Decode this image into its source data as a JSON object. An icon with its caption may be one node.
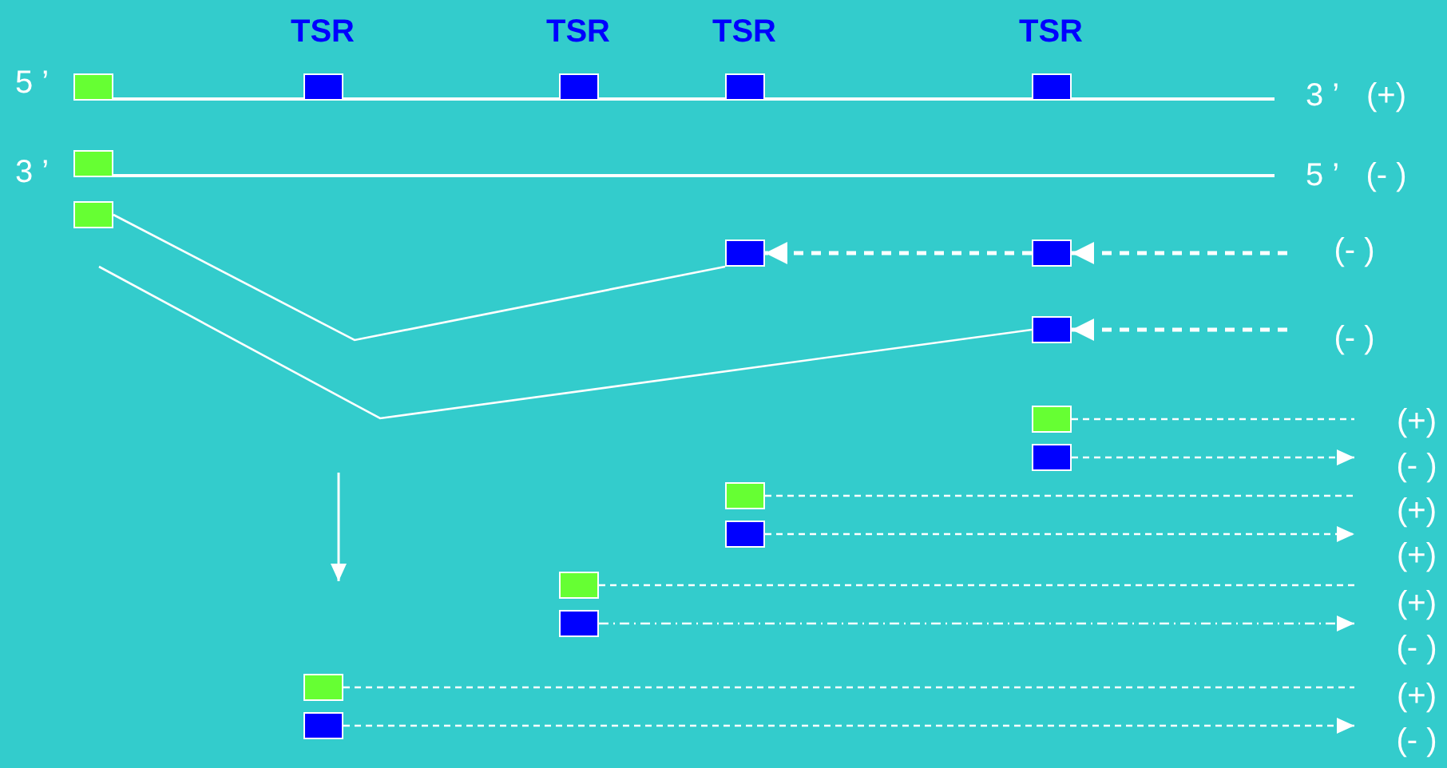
{
  "diagram": {
    "nodes": [
      {
        "text": [],
        "shape": "box"
      },
      {
        "text": [],
        "shape": "box"
      },
      {
        "text": [],
        "shape": "box"
      },
      {
        "text": [],
        "shape": "box"
      },
      {
        "text": [],
        "shape": "box"
      },
      {
        "text": [],
        "shape": "box"
      },
      {
        "text": [],
        "shape": "box"
      },
      {
        "text": [],
        "shape": "box"
      },
      {
        "text": [],
        "shape": "box"
      },
      {
        "text": [],
        "shape": "box"
      },
      {
        "text": [],
        "shape": "box"
      },
      {
        "text": [],
        "shape": "box"
      },
      {
        "text": [],
        "shape": "box"
      },
      {
        "text": [],
        "shape": "box"
      },
      {
        "text": [],
        "shape": "box"
      },
      {
        "text": [],
        "shape": "box"
      },
      {
        "text": [],
        "shape": "box"
      },
      {
        "text": [],
        "shape": "box"
      }
    ],
    "edges": [
      {
        "from": 8,
        "to": 7,
        "arrow": "to",
        "style": "dashed"
      },
      {
        "from": null,
        "to": 8,
        "arrow": "to",
        "style": "dashed"
      },
      {
        "from": null,
        "to": 9,
        "arrow": "to",
        "style": "dashed"
      },
      {
        "from": 6,
        "to": 7,
        "arrow": "none"
      },
      {
        "from": null,
        "to": 9,
        "arrow": "none"
      },
      {
        "from": 10,
        "to": null,
        "arrow": "none",
        "style": "dashed"
      },
      {
        "from": 11,
        "to": null,
        "arrow": "to",
        "style": "dashed"
      },
      {
        "from": 12,
        "to": null,
        "arrow": "none",
        "style": "dashed"
      },
      {
        "from": 13,
        "to": null,
        "arrow": "to",
        "style": "dashed"
      },
      {
        "from": 14,
        "to": null,
        "arrow": "none",
        "style": "dashed"
      },
      {
        "from": 15,
        "to": null,
        "arrow": "to",
        "style": "dashed"
      },
      {
        "from": 16,
        "to": null,
        "arrow": "none",
        "style": "dashed"
      },
      {
        "from": 17,
        "to": null,
        "arrow": "to",
        "style": "dashed"
      }
    ],
    "labels": [
      "TSR",
      "TSR",
      "TSR",
      "TSR",
      "5 ’",
      "3 ’",
      "(+)",
      "3 ’",
      "5 ’",
      "(- )",
      "(- )",
      "(- )",
      "(+)",
      "(- )",
      "(+)",
      "(+)",
      "(+)",
      "(- )",
      "(+)",
      "(- )"
    ]
  }
}
